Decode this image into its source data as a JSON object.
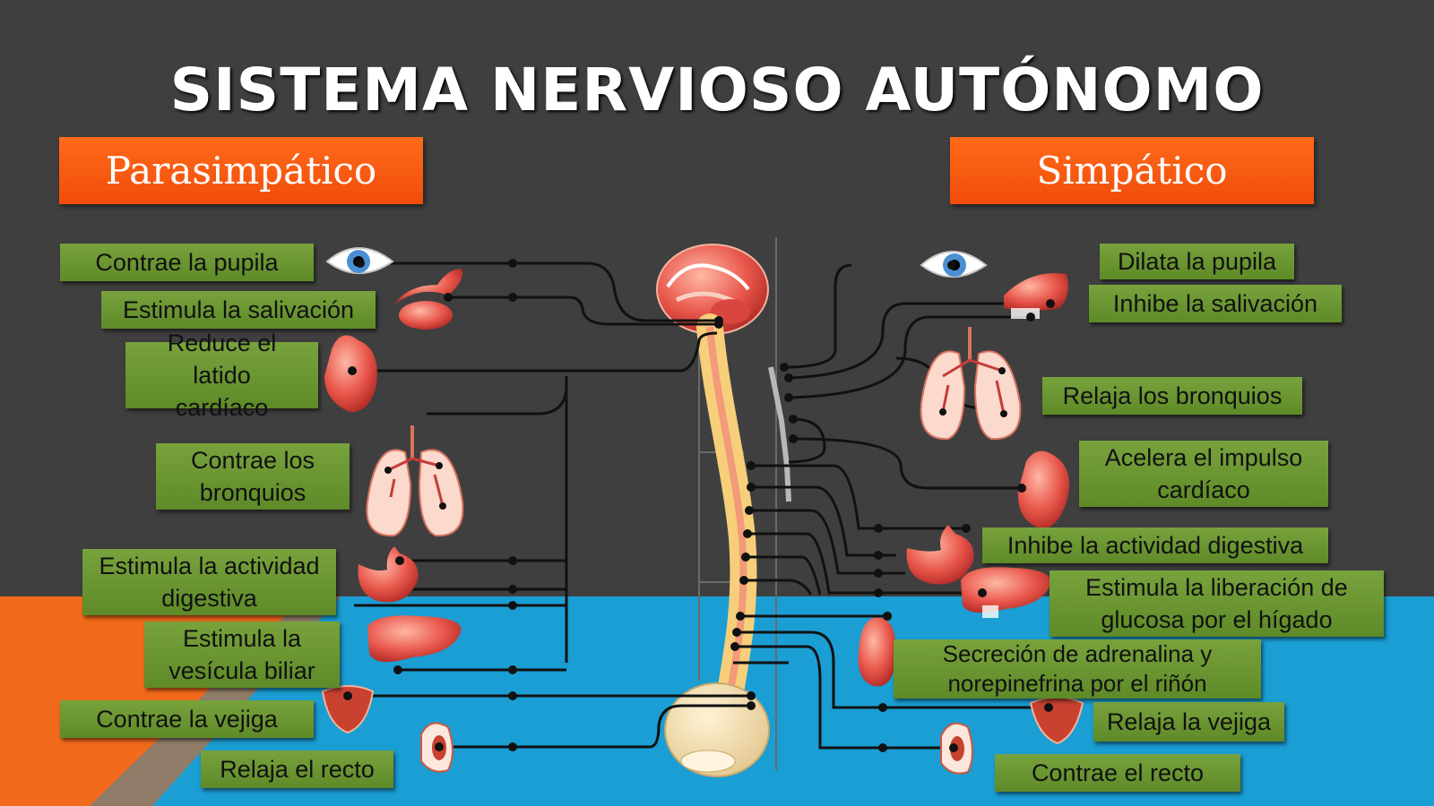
{
  "title": "SISTEMA NERVIOSO AUTÓNOMO",
  "parasympathetic": {
    "header": "Parasimpático",
    "labels": [
      "Contrae la pupila",
      "Estimula la salivación",
      "Reduce el latido cardíaco",
      "Contrae los bronquios",
      "Estimula la actividad digestiva",
      "Estimula la vesícula biliar",
      "Contrae la vejiga",
      "Relaja el recto"
    ]
  },
  "sympathetic": {
    "header": "Simpático",
    "labels": [
      "Dilata la pupila",
      "Inhibe la salivación",
      "Relaja los bronquios",
      "Acelera el impulso cardíaco",
      "Inhibe la actividad digestiva",
      "Estimula la liberación de glucosa por el hígado",
      "Secreción de adrenalina y norepinefrina por el riñón",
      "Relaja la vejiga",
      "Contrae el recto"
    ]
  },
  "colors": {
    "background": "#3f3f3f",
    "blue": "#1a9ed4",
    "orange": "#f26a1b",
    "header": "#f4550f",
    "label": "#6b9632"
  },
  "icons": [
    "eye-icon",
    "salivary-gland-icon",
    "heart-icon",
    "lungs-icon",
    "stomach-icon",
    "liver-icon",
    "bladder-icon",
    "rectum-icon",
    "kidney-icon",
    "brain-icon",
    "spinal-cord-icon"
  ]
}
